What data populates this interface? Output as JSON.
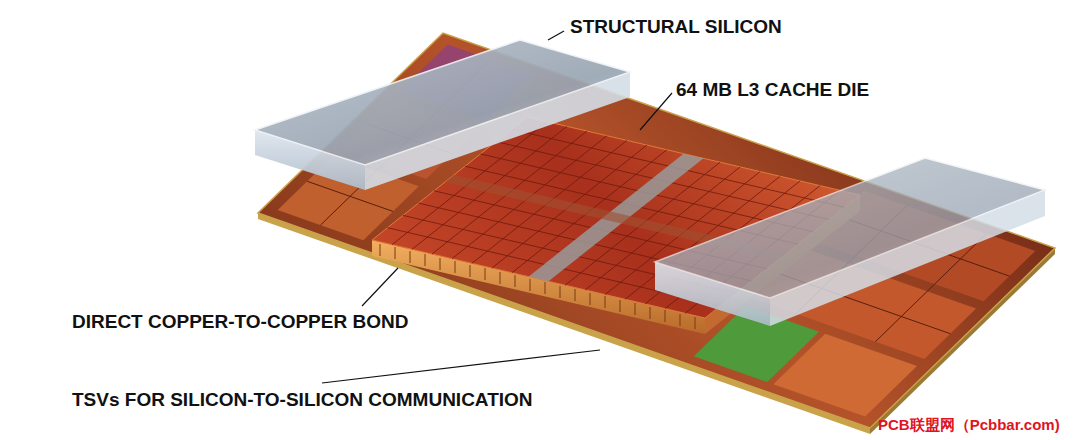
{
  "diagram": {
    "labels": [
      "STRUCTURAL SILICON",
      "64 MB L3 CACHE DIE",
      "DIRECT COPPER-TO-COPPER BOND",
      "TSVs FOR SILICON-TO-SILICON COMMUNICATION",
      "PCB联盟网（Pcbbar.com)"
    ]
  }
}
